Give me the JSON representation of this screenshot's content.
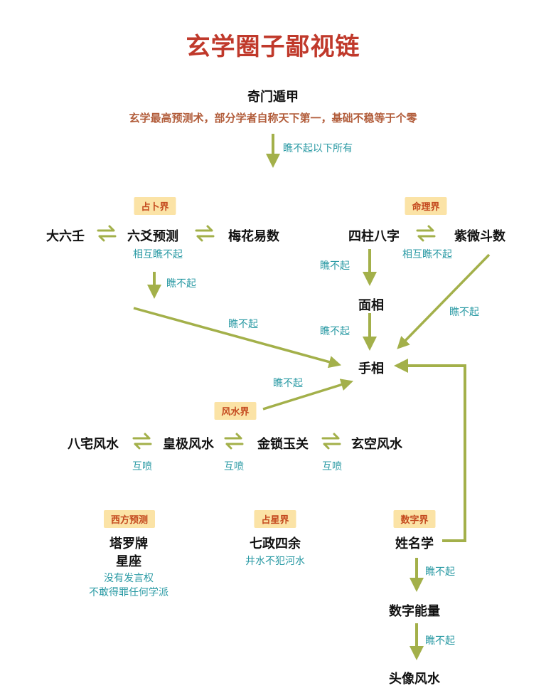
{
  "title": "玄学圈子鄙视链",
  "colors": {
    "title": "#c0392b",
    "arrow": "#a3b04a",
    "label": "#2a9aa4",
    "badge_bg": "#fbe3a6",
    "badge_text": "#c4491e"
  },
  "top": {
    "name": "奇门遁甲",
    "desc": "玄学最高预测术，部分学者自称天下第一，基础不稳等于个零",
    "edge_label": "瞧不起以下所有"
  },
  "divination": {
    "badge": "占卜界",
    "nodes": [
      "大六壬",
      "六爻预测",
      "梅花易数"
    ],
    "mutual": "相互瞧不起",
    "down_label": "瞧不起",
    "to_palm_label": "瞧不起"
  },
  "destiny": {
    "badge": "命理界",
    "nodes": [
      "四柱八字",
      "紫微斗数"
    ],
    "mutual": "相互瞧不起",
    "to_face_label": "瞧不起",
    "face": "面相",
    "face_to_palm_label": "瞧不起",
    "ziwei_to_palm_label": "瞧不起"
  },
  "palm": "手相",
  "fengshui": {
    "badge": "风水界",
    "to_palm_label": "瞧不起",
    "nodes": [
      "八宅风水",
      "皇极风水",
      "金锁玉关",
      "玄空风水"
    ],
    "pair_labels": [
      "互喷",
      "互喷",
      "互喷"
    ]
  },
  "western": {
    "badge": "西方预测",
    "nodes": [
      "塔罗牌",
      "星座"
    ],
    "desc": [
      "没有发言权",
      "不敢得罪任何学派"
    ]
  },
  "astrology": {
    "badge": "占星界",
    "node": "七政四余",
    "desc": "井水不犯河水"
  },
  "numerology": {
    "badge": "数字界",
    "nodes": [
      "姓名学",
      "数字能量",
      "头像风水"
    ],
    "labels": [
      "瞧不起",
      "瞧不起"
    ]
  }
}
